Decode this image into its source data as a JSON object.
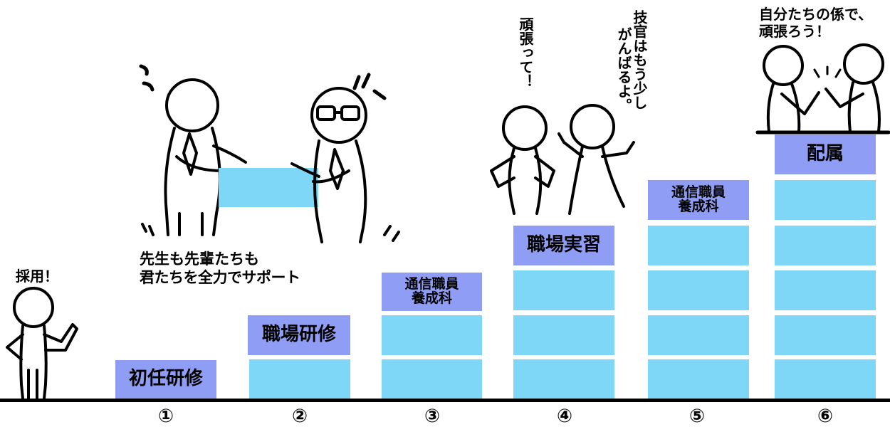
{
  "steps": [
    {
      "number": "①",
      "label": "初任研修"
    },
    {
      "number": "②",
      "label": "職場研修"
    },
    {
      "number": "③",
      "label": "通信職員\n養成科"
    },
    {
      "number": "④",
      "label": "職場実習"
    },
    {
      "number": "⑤",
      "label": "通信職員\n養成科"
    },
    {
      "number": "⑥",
      "label": "配属"
    }
  ],
  "speech": {
    "hired": "採用！",
    "support_line1": "先生も先輩たちも",
    "support_line2": "君たちを全力でサポート",
    "ganbatte": "頑張って！",
    "gikan_col1": "技官はもう少し",
    "gikan_col2": "がんばるよ。",
    "final_line1": "自分たちの係で、",
    "final_line2": "頑張ろう！"
  },
  "colors": {
    "block": "#7fd7f7",
    "label": "#8f9ef4"
  }
}
